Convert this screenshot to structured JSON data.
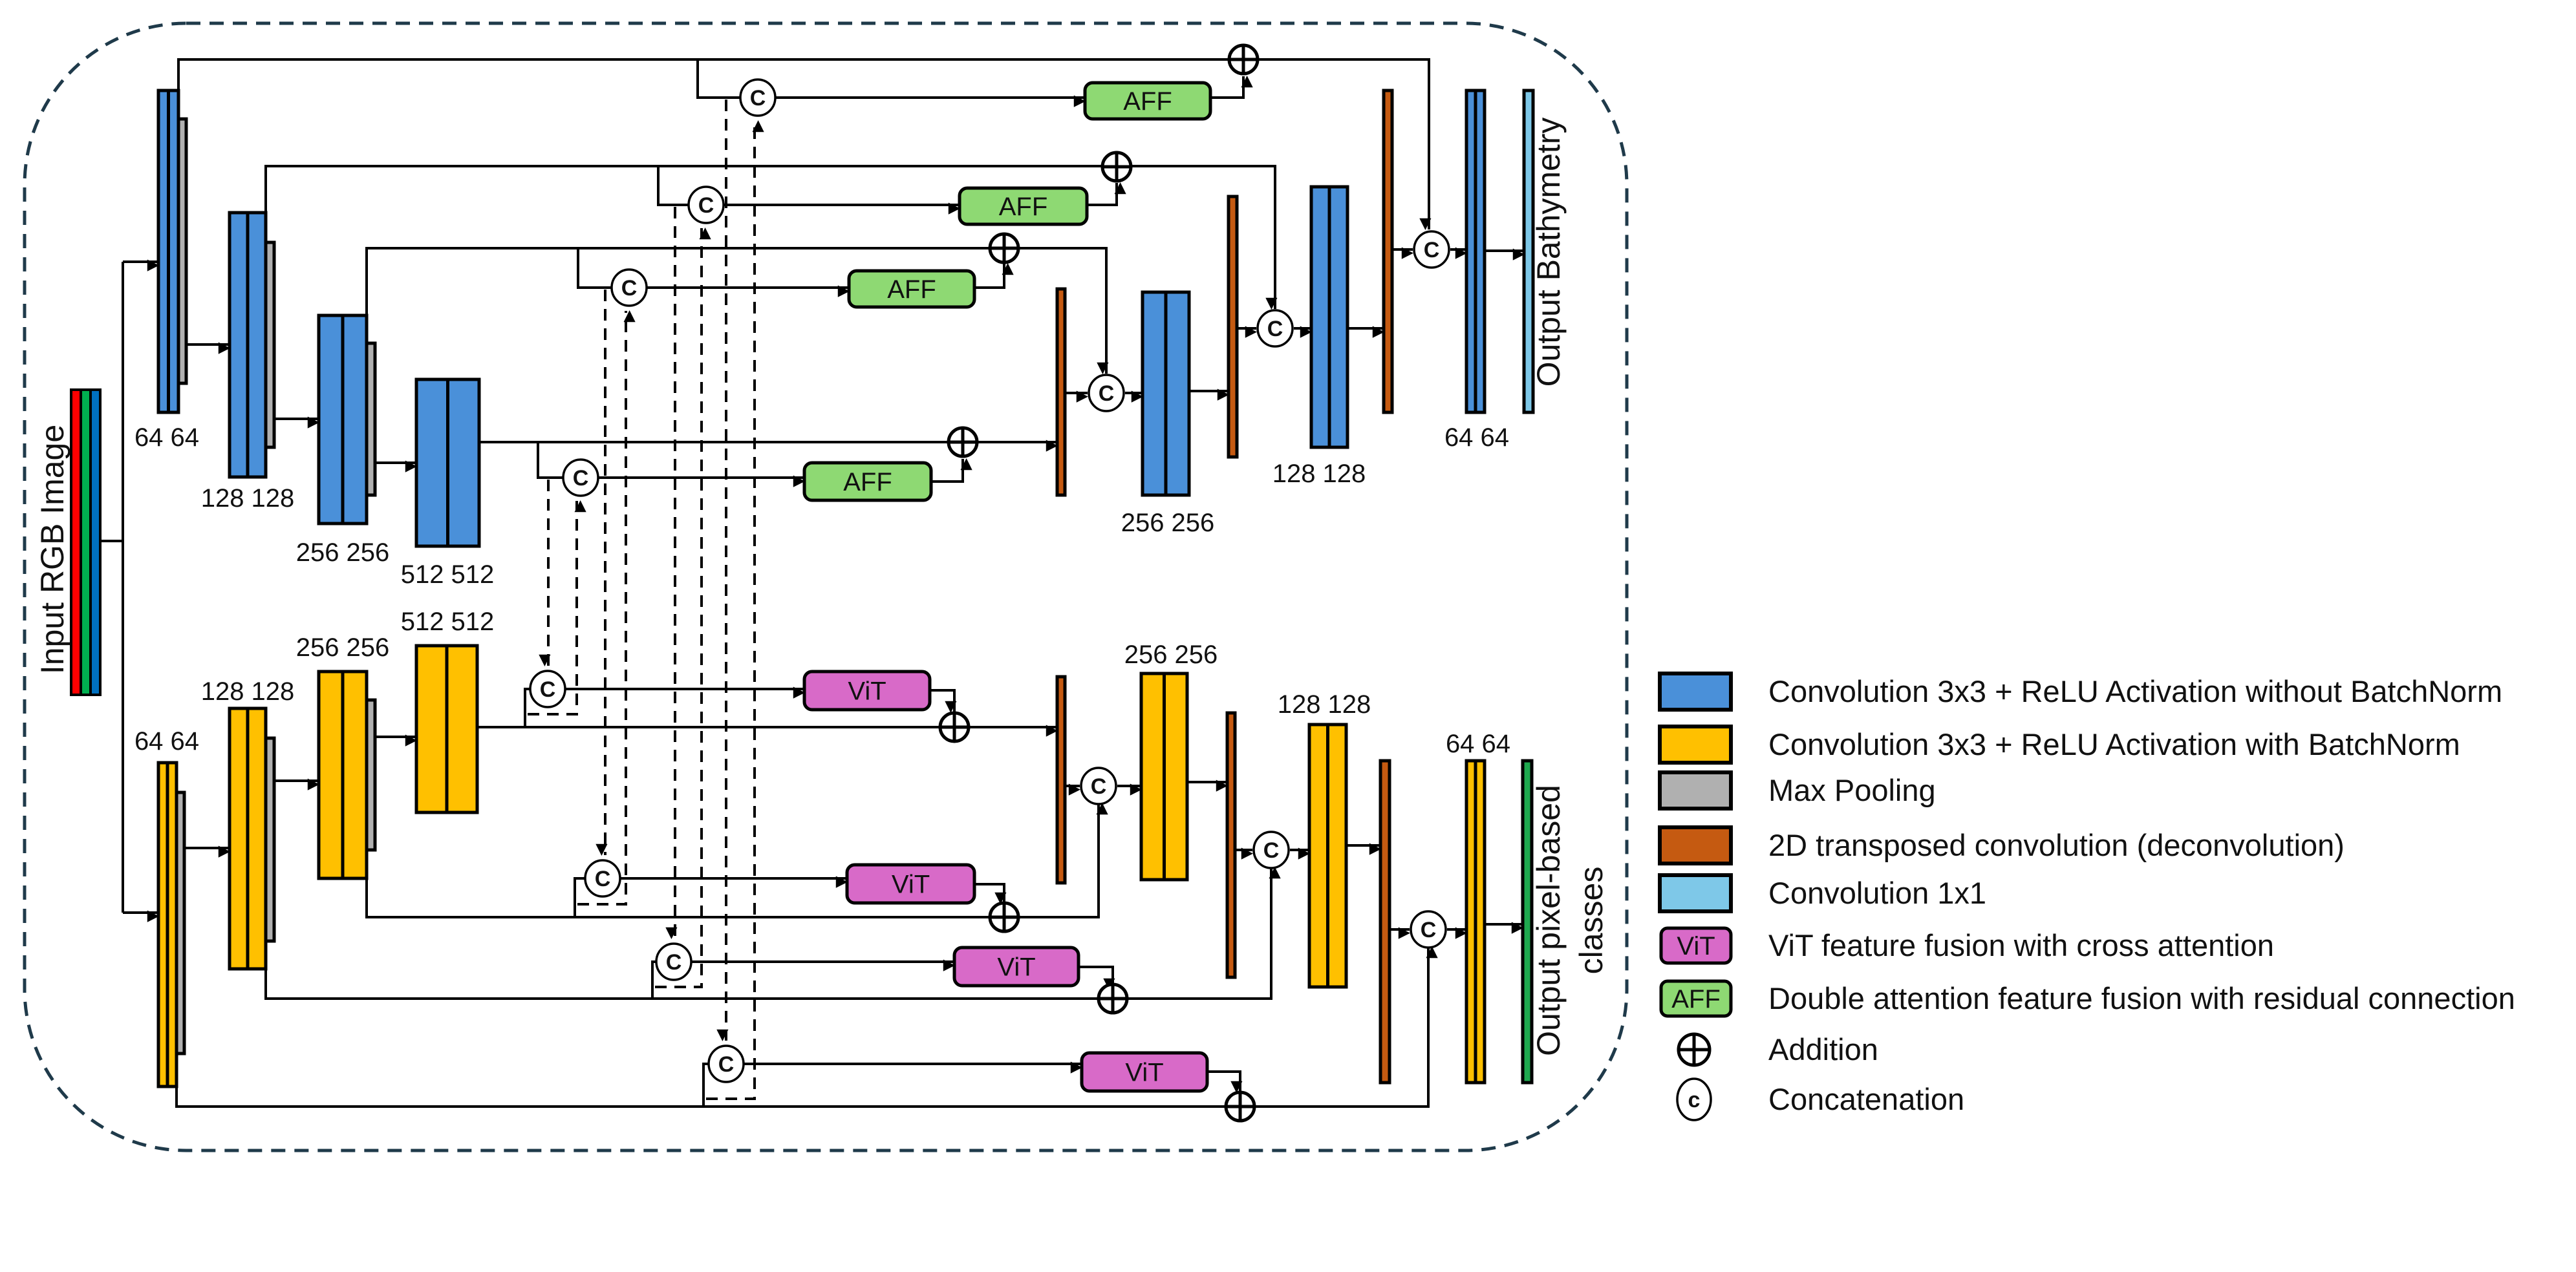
{
  "colors": {
    "conv_no_bn": "#4a90d9",
    "conv_bn": "#ffc000",
    "max_pool": "#b0b0b0",
    "deconv": "#c55a11",
    "conv1x1": "#7ec8e8",
    "vit": "#d86ac8",
    "aff": "#8ed973",
    "output_classes": "#1fa84f",
    "rgb_red": "#ff0000",
    "rgb_green": "#00b050",
    "rgb_blue": "#0070c0"
  },
  "labels": {
    "input": "Input RGB Image",
    "output_bathymetry": "Output Bathymetry",
    "output_classes_line1": "Output pixel-based",
    "output_classes_line2": "classes",
    "concat_symbol": "C",
    "aff": "AFF",
    "vit": "ViT"
  },
  "encoder_top": {
    "channels": [
      "64 64",
      "128 128",
      "256 256",
      "512 512"
    ]
  },
  "encoder_bottom": {
    "channels": [
      "64 64",
      "128 128",
      "256 256",
      "512 512"
    ]
  },
  "decoder_top": {
    "channels": [
      "256 256",
      "128 128",
      "64 64"
    ]
  },
  "decoder_bottom": {
    "channels": [
      "256 256",
      "128 128",
      "64 64"
    ]
  },
  "legend": [
    {
      "key": "conv_no_bn",
      "icon": "swatch",
      "label": "Convolution 3x3 + ReLU Activation without BatchNorm"
    },
    {
      "key": "conv_bn",
      "icon": "swatch",
      "label": "Convolution 3x3 + ReLU Activation with BatchNorm"
    },
    {
      "key": "max_pool",
      "icon": "swatch",
      "label": "Max Pooling"
    },
    {
      "key": "deconv",
      "icon": "swatch",
      "label": "2D transposed convolution (deconvolution)"
    },
    {
      "key": "conv1x1",
      "icon": "swatch",
      "label": "Convolution 1x1"
    },
    {
      "key": "vit",
      "icon": "vit-box",
      "label": "ViT feature fusion with cross attention",
      "badge": "ViT"
    },
    {
      "key": "aff",
      "icon": "aff-box",
      "label": "Double attention feature fusion with residual connection",
      "badge": "AFF"
    },
    {
      "key": "addition",
      "icon": "addition-symbol",
      "label": "Addition"
    },
    {
      "key": "concatenation",
      "icon": "concat-symbol",
      "label": "Concatenation",
      "badge": "c"
    }
  ]
}
